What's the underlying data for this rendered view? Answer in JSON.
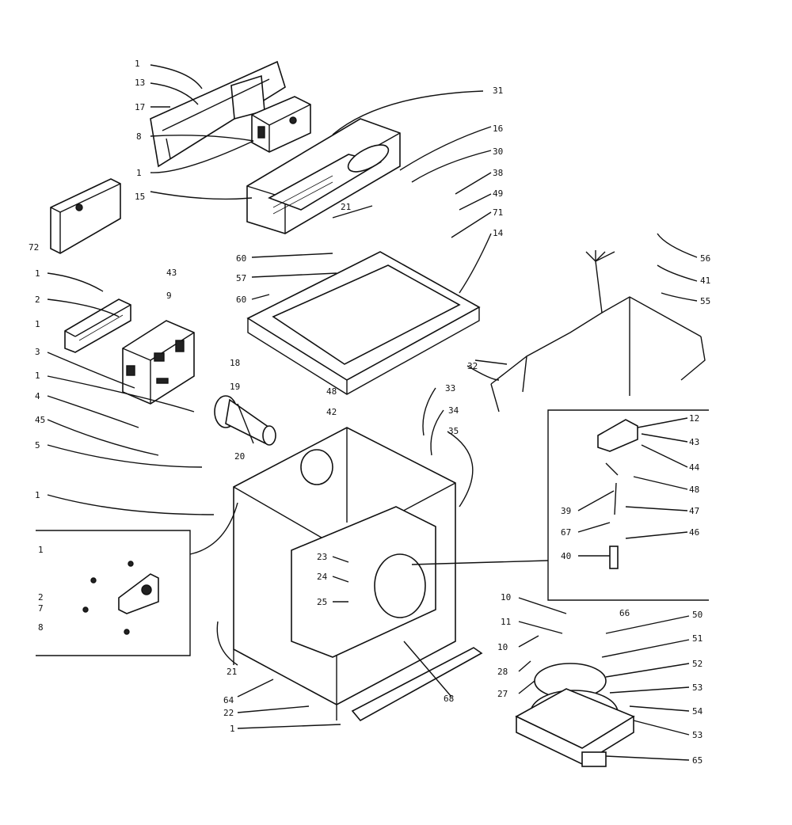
{
  "callouts": {
    "c1": "1",
    "c13": "13",
    "c17": "17",
    "c8a": "8",
    "c1b": "1",
    "c15": "15",
    "c72": "72",
    "c1c": "1",
    "c2": "2",
    "c1d": "1",
    "c3": "3",
    "c1e": "1",
    "c4": "4",
    "c45": "45",
    "c5": "5",
    "c1f": "1",
    "in_1": "1",
    "in_2": "2",
    "in_7": "7",
    "in_8": "8",
    "c31": "31",
    "c16": "16",
    "c30": "30",
    "c38": "38",
    "c49": "49",
    "c71": "71",
    "c14": "14",
    "c21": "21",
    "c60a": "60",
    "c57": "57",
    "c60b": "60",
    "c43": "43",
    "c9": "9",
    "c56": "56",
    "c41": "41",
    "c55": "55",
    "c32": "32",
    "c18": "18",
    "c19": "19",
    "c20": "20",
    "c48a": "48",
    "c42": "42",
    "c33": "33",
    "c34": "34",
    "c35": "35",
    "r12": "12",
    "r43": "43",
    "r44": "44",
    "r48": "48",
    "r39": "39",
    "r47": "47",
    "r67": "67",
    "r46": "46",
    "r40": "40",
    "c23": "23",
    "c24": "24",
    "c25": "25",
    "c21b": "21",
    "c64": "64",
    "c22": "22",
    "c1g": "1",
    "c68": "68",
    "c10a": "10",
    "c11": "11",
    "c66": "66",
    "c10b": "10",
    "c28": "28",
    "c27": "27",
    "c50": "50",
    "c51": "51",
    "c52": "52",
    "c53": "53",
    "c54": "54",
    "c53b": "53",
    "c65": "65"
  }
}
